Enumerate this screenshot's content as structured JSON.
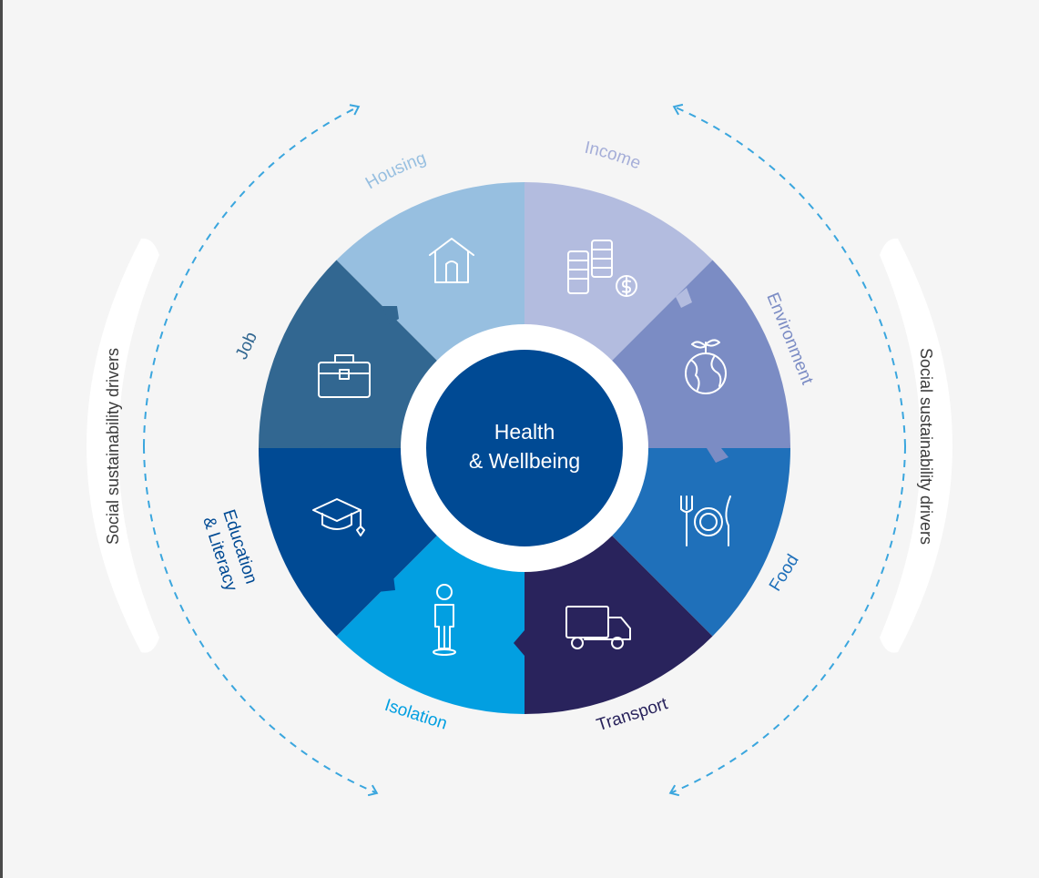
{
  "diagram": {
    "center_label_line1": "Health",
    "center_label_line2": "& Wellbeing",
    "side_label_left": "Social sustainability drivers",
    "side_label_right": "Social sustainability drivers",
    "segments": {
      "housing": {
        "label": "Housing",
        "color": "#97bfe0",
        "icon": "house-icon"
      },
      "income": {
        "label": "Income",
        "color": "#b3bcdf",
        "icon": "coins-icon"
      },
      "environment": {
        "label": "Environment",
        "color": "#7b8cc4",
        "icon": "globe-sprout-icon"
      },
      "food": {
        "label": "Food",
        "color": "#1f70ba",
        "icon": "plate-cutlery-icon"
      },
      "transport": {
        "label": "Transport",
        "color": "#29235c",
        "icon": "truck-icon"
      },
      "isolation": {
        "label": "Isolation",
        "color": "#029fe1",
        "icon": "person-icon"
      },
      "education": {
        "label_line1": "Education",
        "label_line2": "& Literacy",
        "color": "#004a94",
        "icon": "graduation-cap-icon"
      },
      "job": {
        "label": "Job",
        "color": "#326791",
        "icon": "briefcase-icon"
      }
    },
    "colors": {
      "center": "#004a94",
      "arrows": "#3aa6de",
      "ring": "#ffffff",
      "housing_text": "#97bfe0",
      "income_text": "#a5aed8",
      "environment_text": "#7b8cc4",
      "food_text": "#1f70ba",
      "transport_text": "#29235c",
      "isolation_text": "#029fe1",
      "education_text": "#004a94",
      "job_text": "#326791"
    }
  }
}
